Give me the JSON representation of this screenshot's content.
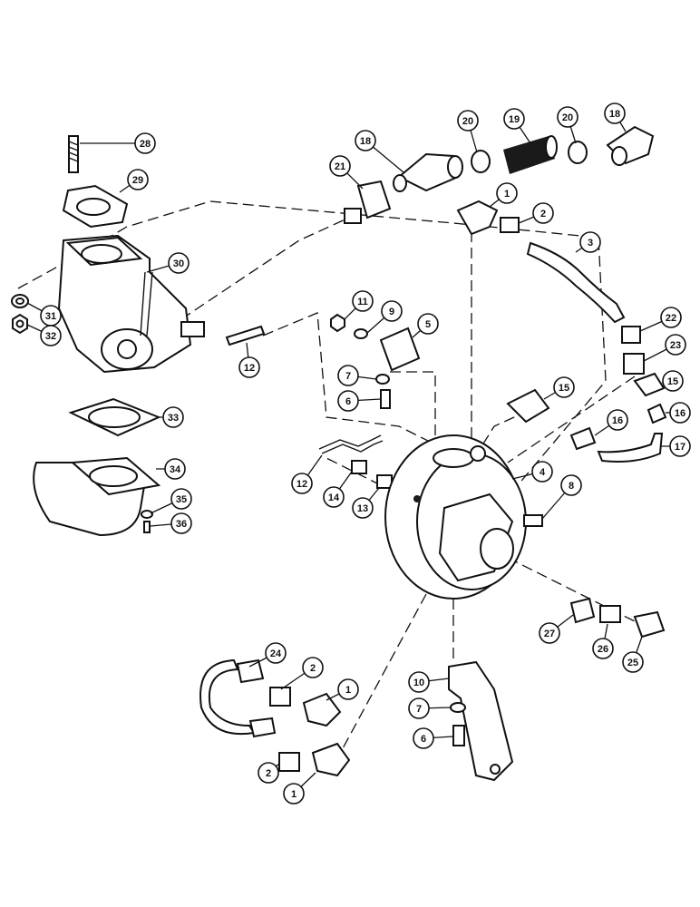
{
  "callouts": [
    {
      "label": "28"
    },
    {
      "label": "29"
    },
    {
      "label": "30"
    },
    {
      "label": "31"
    },
    {
      "label": "32"
    },
    {
      "label": "33"
    },
    {
      "label": "34"
    },
    {
      "label": "35"
    },
    {
      "label": "36"
    },
    {
      "label": "21"
    },
    {
      "label": "18"
    },
    {
      "label": "20"
    },
    {
      "label": "19"
    },
    {
      "label": "20"
    },
    {
      "label": "18"
    },
    {
      "label": "1"
    },
    {
      "label": "2"
    },
    {
      "label": "3"
    },
    {
      "label": "22"
    },
    {
      "label": "23"
    },
    {
      "label": "15"
    },
    {
      "label": "15"
    },
    {
      "label": "16"
    },
    {
      "label": "16"
    },
    {
      "label": "17"
    },
    {
      "label": "11"
    },
    {
      "label": "9"
    },
    {
      "label": "5"
    },
    {
      "label": "7"
    },
    {
      "label": "6"
    },
    {
      "label": "12"
    },
    {
      "label": "12"
    },
    {
      "label": "14"
    },
    {
      "label": "13"
    },
    {
      "label": "4"
    },
    {
      "label": "8"
    },
    {
      "label": "27"
    },
    {
      "label": "26"
    },
    {
      "label": "25"
    },
    {
      "label": "24"
    },
    {
      "label": "2"
    },
    {
      "label": "1"
    },
    {
      "label": "2"
    },
    {
      "label": "1"
    },
    {
      "label": "10"
    },
    {
      "label": "7"
    },
    {
      "label": "6"
    }
  ]
}
